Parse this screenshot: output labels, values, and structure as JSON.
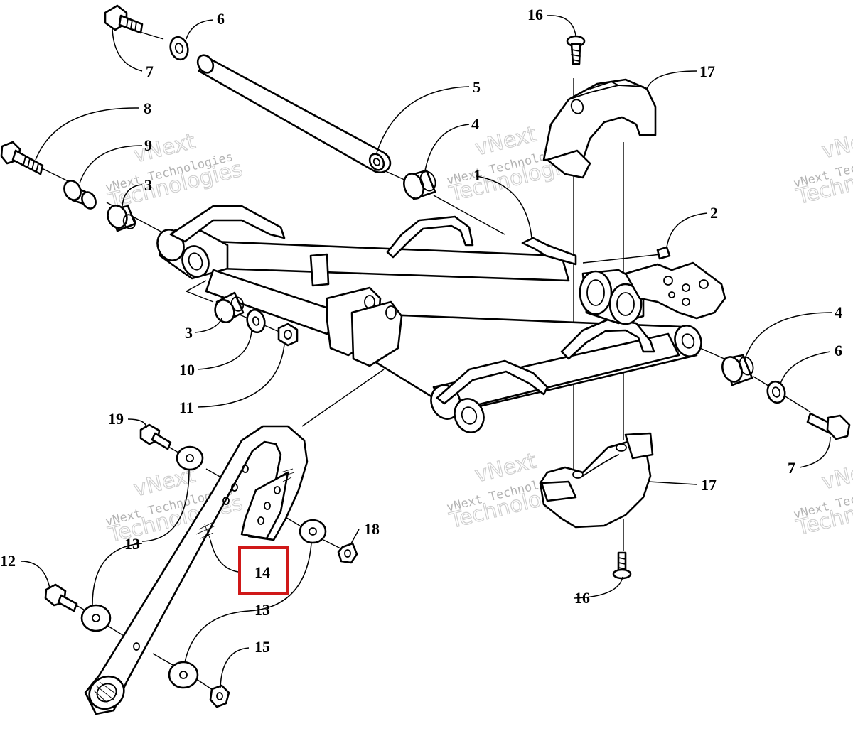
{
  "callouts": {
    "c1": "1",
    "c2": "2",
    "c3a": "3",
    "c3b": "3",
    "c4a": "4",
    "c4b": "4",
    "c5": "5",
    "c6a": "6",
    "c6b": "6",
    "c7a": "7",
    "c7b": "7",
    "c8": "8",
    "c9": "9",
    "c10": "10",
    "c11": "11",
    "c12": "12",
    "c13a": "13",
    "c13b": "13",
    "c14": "14",
    "c15": "15",
    "c16a": "16",
    "c16b": "16",
    "c17a": "17",
    "c17b": "17",
    "c18": "18",
    "c19": "19"
  },
  "watermarks": {
    "line1": "vNext",
    "line2": "vNext Technologies",
    "line3": "Technologies"
  },
  "highlight": {
    "callout": "14",
    "color": "#d01818"
  }
}
